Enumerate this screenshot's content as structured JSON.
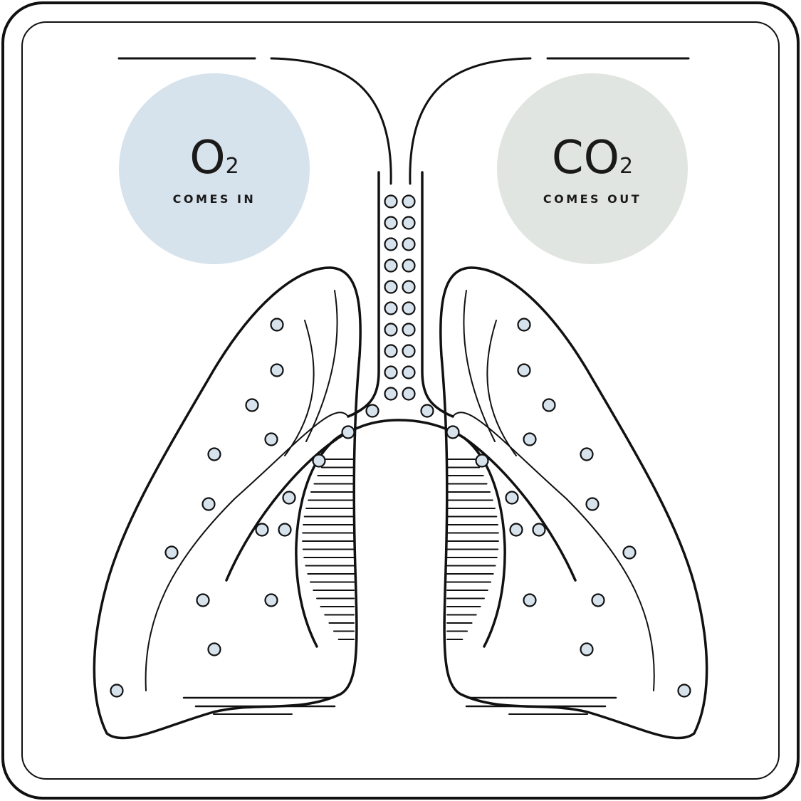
{
  "oxygen": {
    "formula": "O",
    "subscript": "2",
    "caption": "COMES IN",
    "circle_color": "#d6e2ec"
  },
  "carbon_dioxide": {
    "formula": "CO",
    "subscript": "2",
    "caption": "COMES OUT",
    "circle_color": "#e1e5e1"
  },
  "colors": {
    "stroke": "#111111",
    "bubble_fill": "#d6e2ec",
    "background": "#ffffff"
  }
}
